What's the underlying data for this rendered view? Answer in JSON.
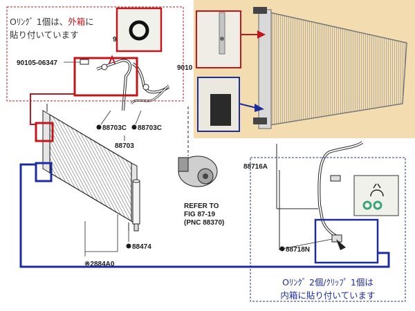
{
  "notes": {
    "outer_box_oring": {
      "part1": "Oﾘﾝｸﾞ 1個は、",
      "highlight": "外箱",
      "part2": "に",
      "line2": "貼り付いています"
    },
    "inner_box_parts": {
      "line1": "Oﾘﾝｸﾞ 2個/ｸﾘｯﾌﾟ 1個は",
      "line2": "内箱に貼り付いています"
    }
  },
  "part_labels": {
    "bolt": "90105-06347",
    "bolt_clipped": "9",
    "pipe_top_right": "9010",
    "o_ring_a": "88703C",
    "o_ring_b": "88703C",
    "pipe_assy": "88703",
    "tube_a": "88716A",
    "o_ring_n": "88718N",
    "drier": "88474",
    "condenser": "※2884A0",
    "refer_line1": "REFER TO",
    "refer_line2": "FIG 87-19",
    "refer_line3": "(PNC 88370)"
  },
  "colors": {
    "red": "#c0161c",
    "blue": "#1c2c9c",
    "photo_bg": "#f3ddb0",
    "inset_bg": "#f1f1ec"
  }
}
